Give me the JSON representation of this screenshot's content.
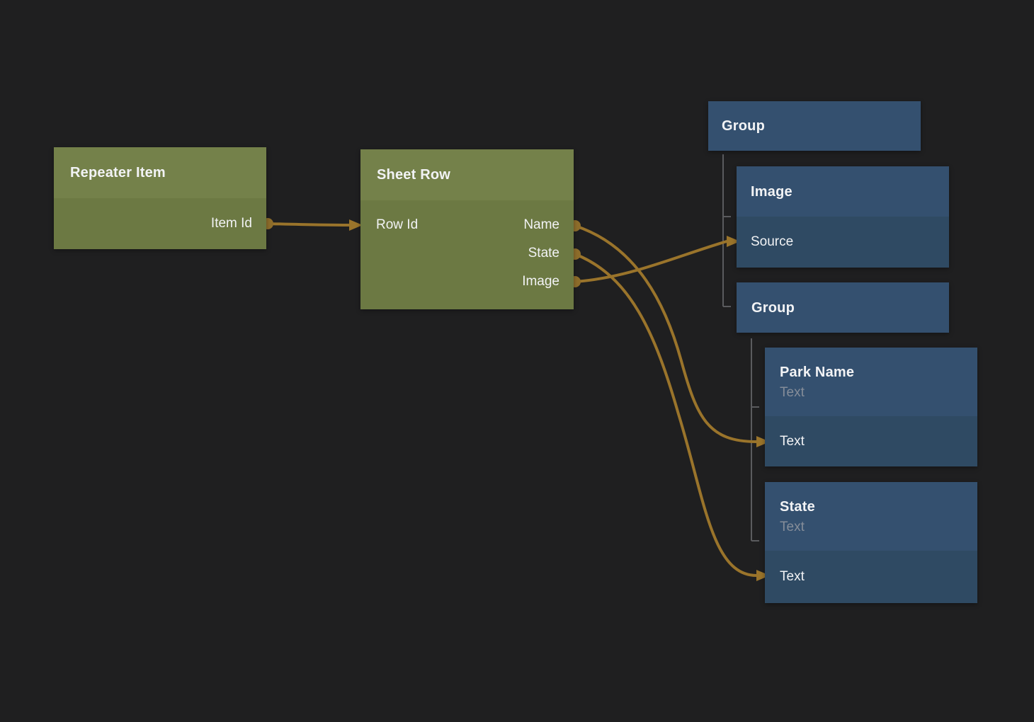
{
  "colors": {
    "background": "#1F1F20",
    "node_green_header": "#74814A",
    "node_green_body": "#6C7943",
    "node_blue_header": "#34506F",
    "node_blue_body": "#2F4A63",
    "wire": "#9A742B",
    "port_dot": "#8E6D2B",
    "tree_line": "#5A5B5E",
    "title_text": "#F2F3F5",
    "subtitle_text": "#858D99"
  },
  "nodes": {
    "repeater_item": {
      "title": "Repeater Item",
      "outputs": [
        {
          "label": "Item Id"
        }
      ]
    },
    "sheet_row": {
      "title": "Sheet Row",
      "inputs": [
        {
          "label": "Row Id"
        }
      ],
      "outputs": [
        {
          "label": "Name"
        },
        {
          "label": "State"
        },
        {
          "label": "Image"
        }
      ]
    },
    "group_outer": {
      "title": "Group"
    },
    "image": {
      "title": "Image",
      "inputs": [
        {
          "label": "Source"
        }
      ]
    },
    "group_inner": {
      "title": "Group"
    },
    "park_name": {
      "title": "Park Name",
      "subtitle": "Text",
      "inputs": [
        {
          "label": "Text"
        }
      ]
    },
    "state": {
      "title": "State",
      "subtitle": "Text",
      "inputs": [
        {
          "label": "Text"
        }
      ]
    }
  },
  "connections": [
    {
      "from": "Repeater Item / Item Id",
      "to": "Sheet Row / Row Id"
    },
    {
      "from": "Sheet Row / Name",
      "to": "Park Name / Text"
    },
    {
      "from": "Sheet Row / State",
      "to": "State / Text"
    },
    {
      "from": "Sheet Row / Image",
      "to": "Image / Source"
    }
  ]
}
